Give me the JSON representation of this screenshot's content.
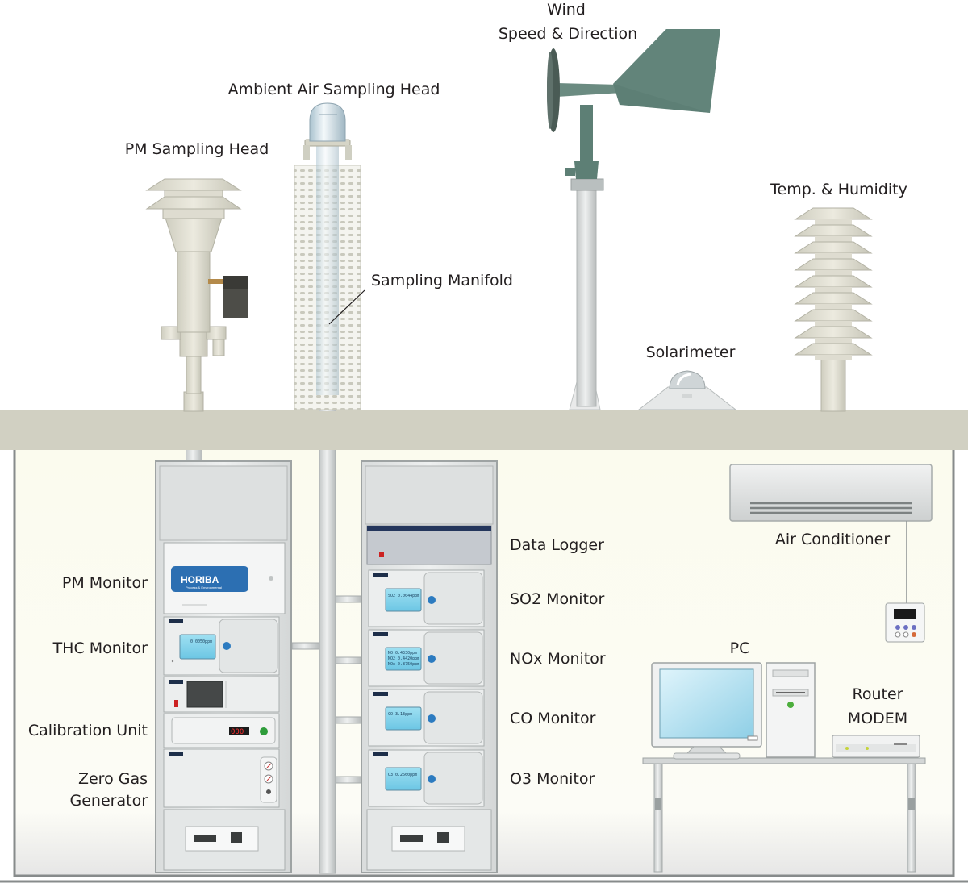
{
  "labels": {
    "wind_1": "Wind",
    "wind_2": "Speed & Direction",
    "ambient_air_sampling_head": "Ambient Air Sampling Head",
    "pm_sampling_head": "PM Sampling Head",
    "sampling_manifold": "Sampling Manifold",
    "temp_humidity": "Temp. & Humidity",
    "solarimeter": "Solarimeter",
    "data_logger": "Data Logger",
    "air_conditioner": "Air Conditioner",
    "pm_monitor": "PM Monitor",
    "so2_monitor": "SO2 Monitor",
    "thc_monitor": "THC Monitor",
    "nox_monitor": "NOx Monitor",
    "pc": "PC",
    "router_1": "Router",
    "router_2": "MODEM",
    "calibration_unit": "Calibration Unit",
    "co_monitor": "CO Monitor",
    "zero_gas_1": "Zero Gas",
    "zero_gas_2": "Generator",
    "o3_monitor": "O3 Monitor"
  },
  "horiba": {
    "name": "HORIBA",
    "tagline": "Process & Environmental"
  },
  "displays": {
    "thc": "0.0050ppm",
    "so2": "SO2  0.0044ppm",
    "nox_1": "NO   0.4330ppm",
    "nox_2": "NO2  0.4420ppm",
    "nox_3": "NOx  0.8750ppm",
    "co": "CO     3.13ppm",
    "o3": "O3   0.2660ppm",
    "calibration": "000"
  },
  "colors": {
    "outline": "#878b8b",
    "floor": "#d1d0c2",
    "room": "#fbfbf2",
    "display": "#7fd3ec",
    "knob": "#2c7bc0",
    "horiba": "#2c6fb2",
    "vane": "#5d7f75",
    "led_green": "#2e9c3a",
    "led_red": "#cc2222"
  }
}
